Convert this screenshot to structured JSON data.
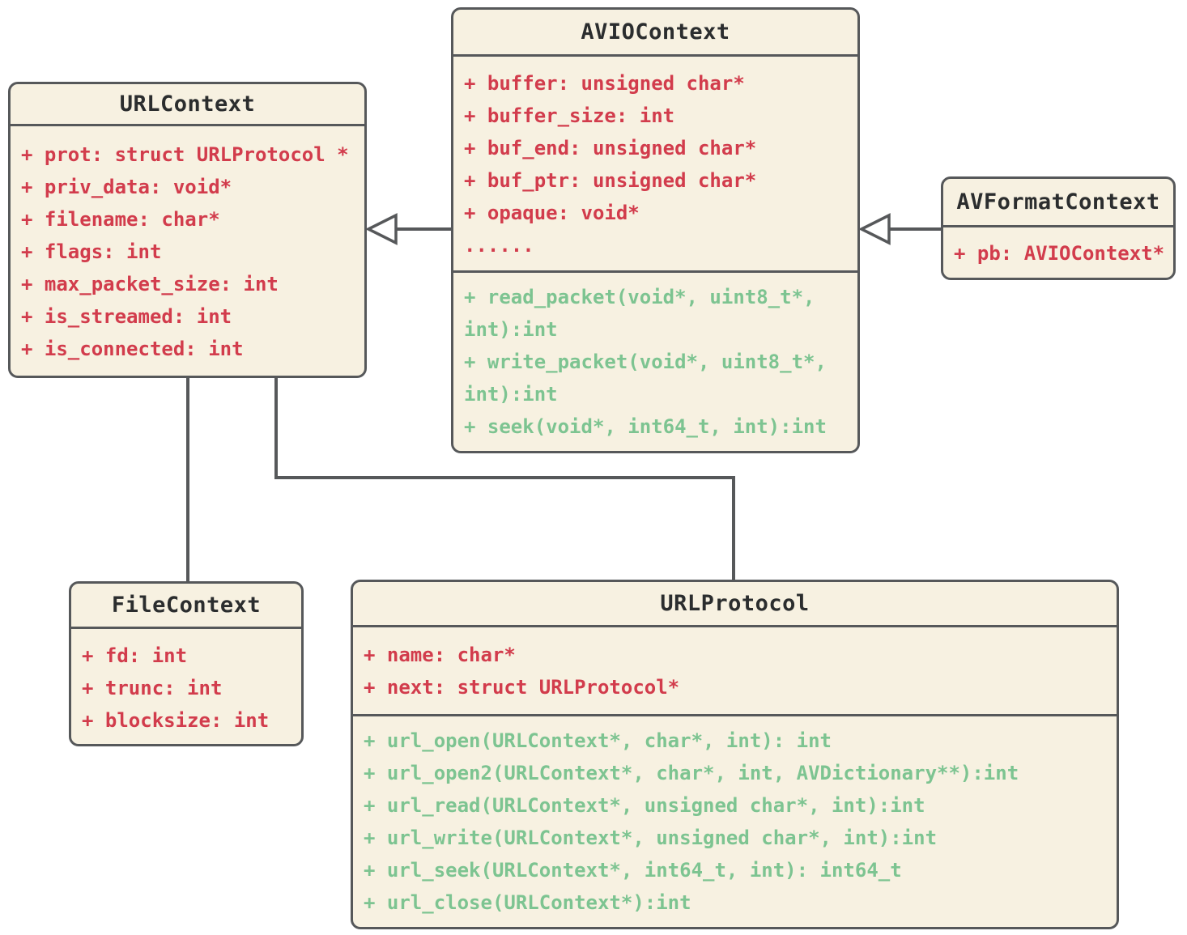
{
  "diagram_title": "FFmpeg URLContext / AVIOContext class diagram",
  "colors": {
    "canvas": "#ffffff",
    "fill": "#f7f1e1",
    "border": "#56585a",
    "line": "#56585a",
    "title": "#2b2d2e",
    "attribute": "#d23c4c",
    "method": "#7dc491"
  },
  "classes": {
    "urlcontext": {
      "title": "URLContext",
      "attributes": [
        "+ prot: struct URLProtocol *",
        "+ priv_data: void*",
        "+ filename: char*",
        "+ flags: int",
        "+ max_packet_size: int",
        "+ is_streamed: int",
        "+ is_connected: int"
      ],
      "methods": []
    },
    "aviocontext": {
      "title": "AVIOContext",
      "attributes": [
        "+ buffer: unsigned char*",
        "+ buffer_size: int",
        "+ buf_end: unsigned char*",
        "+ buf_ptr: unsigned char*",
        "+ opaque: void*",
        "......"
      ],
      "methods": [
        "+ read_packet(void*, uint8_t*, int):int",
        "+ write_packet(void*, uint8_t*, int):int",
        "+ seek(void*, int64_t, int):int"
      ]
    },
    "avformatcontext": {
      "title": "AVFormatContext",
      "attributes": [
        "+ pb: AVIOContext*"
      ],
      "methods": []
    },
    "filecontext": {
      "title": "FileContext",
      "attributes": [
        "+ fd: int",
        "+ trunc: int",
        "+ blocksize: int"
      ],
      "methods": []
    },
    "urlprotocol": {
      "title": "URLProtocol",
      "attributes": [
        "+ name: char*",
        "+ next: struct URLProtocol*"
      ],
      "methods": [
        "+ url_open(URLContext*, char*, int): int",
        "+ url_open2(URLContext*, char*, int, AVDictionary**):int",
        "+ url_read(URLContext*, unsigned char*, int):int",
        "+ url_write(URLContext*, unsigned char*, int):int",
        "+ url_seek(URLContext*, int64_t, int): int64_t",
        "+ url_close(URLContext*):int"
      ]
    }
  },
  "relations": [
    {
      "from": "AVIOContext",
      "to": "URLContext",
      "style": "hollow-triangle-arrow"
    },
    {
      "from": "AVFormatContext",
      "to": "AVIOContext",
      "style": "hollow-triangle-arrow"
    },
    {
      "from": "URLContext",
      "to": "FileContext",
      "style": "plain-line"
    },
    {
      "from": "URLContext",
      "to": "URLProtocol",
      "style": "plain-line"
    }
  ]
}
